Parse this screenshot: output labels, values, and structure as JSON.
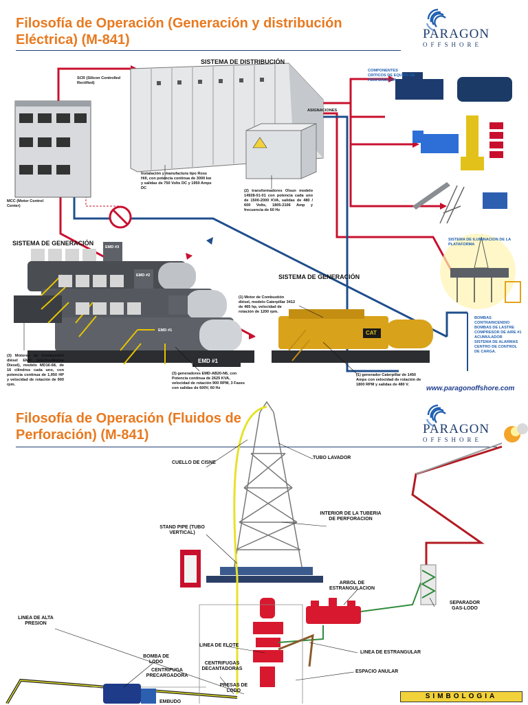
{
  "top": {
    "title": "Filosofía de Operación (Generación y distribución Eléctrica) (M-841)",
    "logo": {
      "name": "PARAGON",
      "sub": "OFFSHORE"
    },
    "sistema_distribucion": "SISTEMA DE DISTRIBUCIÓN",
    "sistema_generacion_left": "SISTEMA DE GENERACIÓN",
    "sistema_generacion_right": "SISTEMA DE GENERACIÓN",
    "scr": "SCR (Silicon Controlled Rectified)",
    "mcc": "MCC (Motor Control Center)",
    "asignaciones": "ASIGNACIONES",
    "componentes": "COMPONENTES CRITICOS DE EQUIPO DE PERFORACION",
    "ross_hill": "Instalación y manufactura tipo Ross Hill, con potencia continua de 3000 kw y salidas de 750 Volts DC y 1950 Amps DC",
    "transformadores": "(2) transformadores Olsun modelo 14928-01-01 con potencia cada uno de 1500-2000 KVA, salidas de 480 / 600 Volts, 1805-2106 Amp y frecuencia de 60 Hz",
    "motor_cat": "(1) Motor de Combustión diésel, modelo Caterpillar 3412 de 465 hp, velocidad de rotación de 1200 rpm.",
    "motores_emd": "(3) Motores de Combustión diésel EMD (electro-Motive Diesel), modelo MD16-68, de 16 cilindros cada uno, con potencia continua de 1,950 HP y velocidad de rotación de 900 rpm.",
    "generadores_emd": "(3) generadores EMD-AB20-N6, con Potencia continua de 2625 KVA, velocidad de rotación 900 RPM, 3 Fases con salidas de 600V, 60 Hz",
    "generador_cat": "(1) generador Caterpillar de 1450 Amps con velocidad de rotación de 1800 RPM y salidas de 480 V.",
    "iluminacion": "SISTEMA DE ILUMINACION DE LA PLATAFORMA",
    "bombas_list": [
      "BOMBAS CONTRAINCENDIO",
      "BOMBAS DE LASTRE",
      "COMPRESOR DE AIRE #1",
      "ACUMULADOR",
      "SISTEMA DE ALARMAS",
      "CENTRO DE CONTROL DE CARGA."
    ],
    "emd_tags": [
      "EMD #3",
      "EMD #2",
      "EMD #1",
      "EMD #1"
    ],
    "cat_tag": "CAT",
    "url": "www.paragonoffshore.com"
  },
  "bottom": {
    "title": "Filosofía de Operación (Fluidos de Perforación) (M-841)",
    "logo": {
      "name": "PARAGON",
      "sub": "OFFSHORE"
    },
    "labels": {
      "cuello": "CUELLO DE CISNE",
      "tubo_lavador": "TUBO LAVADOR",
      "stand_pipe": "STAND PIPE (TUBO VERTICAL)",
      "interior_tuberia": "INTERIOR DE LA TUBERIA DE PERFORACION",
      "arbol": "ARBOL DE ESTRANGULACION",
      "separador": "SEPARADOR GAS-LODO",
      "linea_alta": "LINEA DE ALTA PRESION",
      "linea_flote": "LINEA DE FLOTE",
      "linea_estrangular": "LINEA DE ESTRANGULAR",
      "bomba_lodo": "BOMBA DE LODO",
      "centrifuga": "CENTRIFUGA PRECARGADORA",
      "centrifugas_dec": "CENTRIFUGAS DECANTADORAS",
      "espacio_anular": "ESPACIO ANULAR",
      "presas": "PRESAS DE LODO",
      "embudo": "EMBUDO"
    },
    "simbologia": "SIMBOLOGIA"
  },
  "colors": {
    "accent": "#e8791f",
    "navy": "#1f3d6e",
    "red": "#c8102e",
    "blue": "#1f4e8c"
  }
}
